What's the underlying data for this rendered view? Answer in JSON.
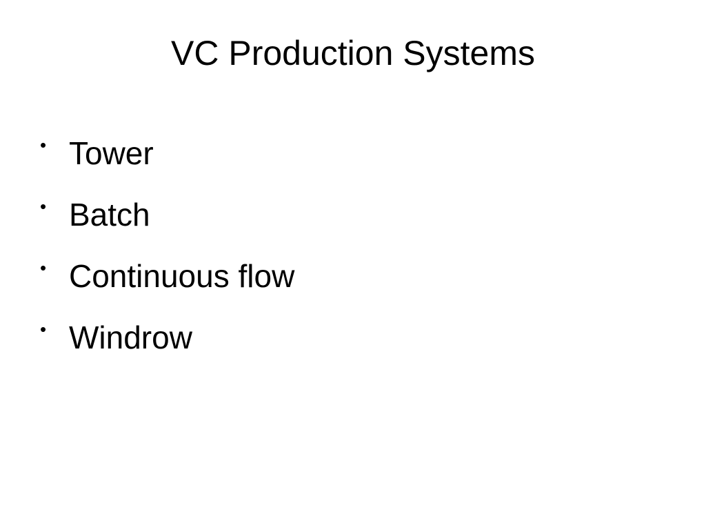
{
  "slide": {
    "title": "VC Production Systems",
    "bullets": [
      "Tower",
      "Batch",
      "Continuous flow",
      "Windrow"
    ]
  }
}
